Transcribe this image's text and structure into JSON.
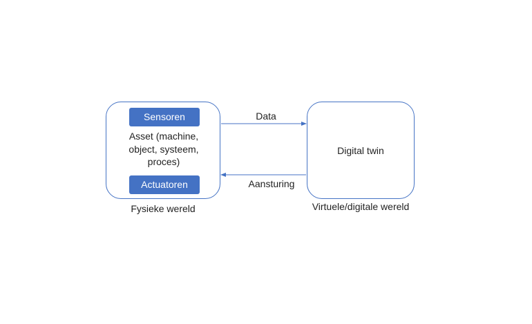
{
  "physical": {
    "sensors_label": "Sensoren",
    "asset_text": "Asset (machine,\nobject, systeem,\nproces)",
    "actuators_label": "Actuatoren",
    "caption": "Fysieke wereld"
  },
  "virtual": {
    "twin_label": "Digital twin",
    "caption": "Virtuele/digitale wereld"
  },
  "connections": {
    "data_label": "Data",
    "control_label": "Aansturing"
  },
  "colors": {
    "accent": "#4472c4",
    "text": "#222222"
  }
}
